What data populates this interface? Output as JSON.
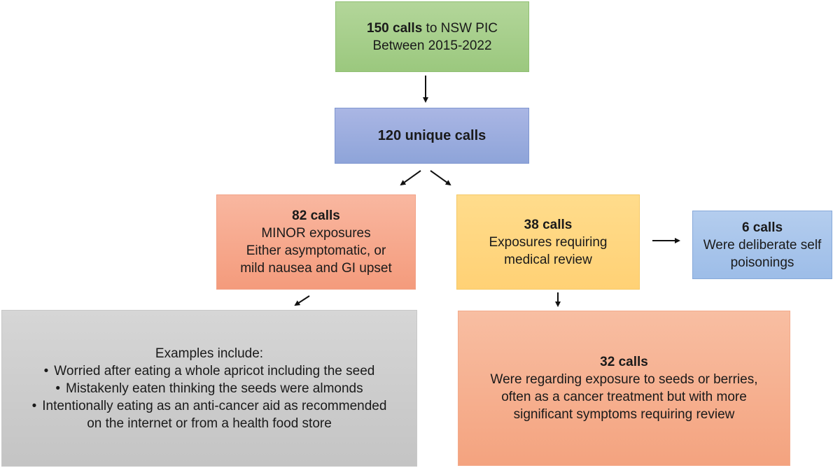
{
  "diagram": {
    "total": {
      "bold": "150 calls",
      "rest": " to NSW PIC",
      "line2": "Between 2015-2022",
      "color": "#a5cf8a"
    },
    "unique": {
      "label": "120 unique calls",
      "color": "#99aedd"
    },
    "minor": {
      "count": "82 calls",
      "lines": [
        "MINOR exposures",
        "Either asymptomatic, or",
        "mild nausea and GI upset"
      ],
      "color": "#f6a88c"
    },
    "review": {
      "count": "38 calls",
      "lines": [
        "Exposures requiring",
        "medical review"
      ],
      "color": "#ffd680"
    },
    "self_poisoning": {
      "count": "6 calls",
      "lines": [
        "Were deliberate self",
        "poisonings"
      ],
      "color": "#a9c5ec"
    },
    "examples": {
      "heading": "Examples include:",
      "items": [
        "Worried after eating a whole apricot including the seed",
        "Mistakenly eaten thinking the seeds were almonds",
        "Intentionally eating as an anti-cancer aid as recommended on the internet or from a health food store"
      ],
      "item3_line1": "Intentionally eating as an anti-cancer aid as recommended",
      "item3_line2": "on the internet or from a health food store",
      "bullet": "•",
      "color": "#cdcdcd"
    },
    "seeds": {
      "count": "32 calls",
      "lines": [
        "Were regarding exposure to seeds or berries,",
        "often as a cancer treatment but with more",
        "significant symptoms requiring review"
      ],
      "color": "#f6b090"
    },
    "edges": [
      {
        "from": "total",
        "to": "unique"
      },
      {
        "from": "unique",
        "to": "minor"
      },
      {
        "from": "unique",
        "to": "review"
      },
      {
        "from": "review",
        "to": "self_poisoning"
      },
      {
        "from": "minor",
        "to": "examples"
      },
      {
        "from": "review",
        "to": "seeds"
      }
    ]
  }
}
